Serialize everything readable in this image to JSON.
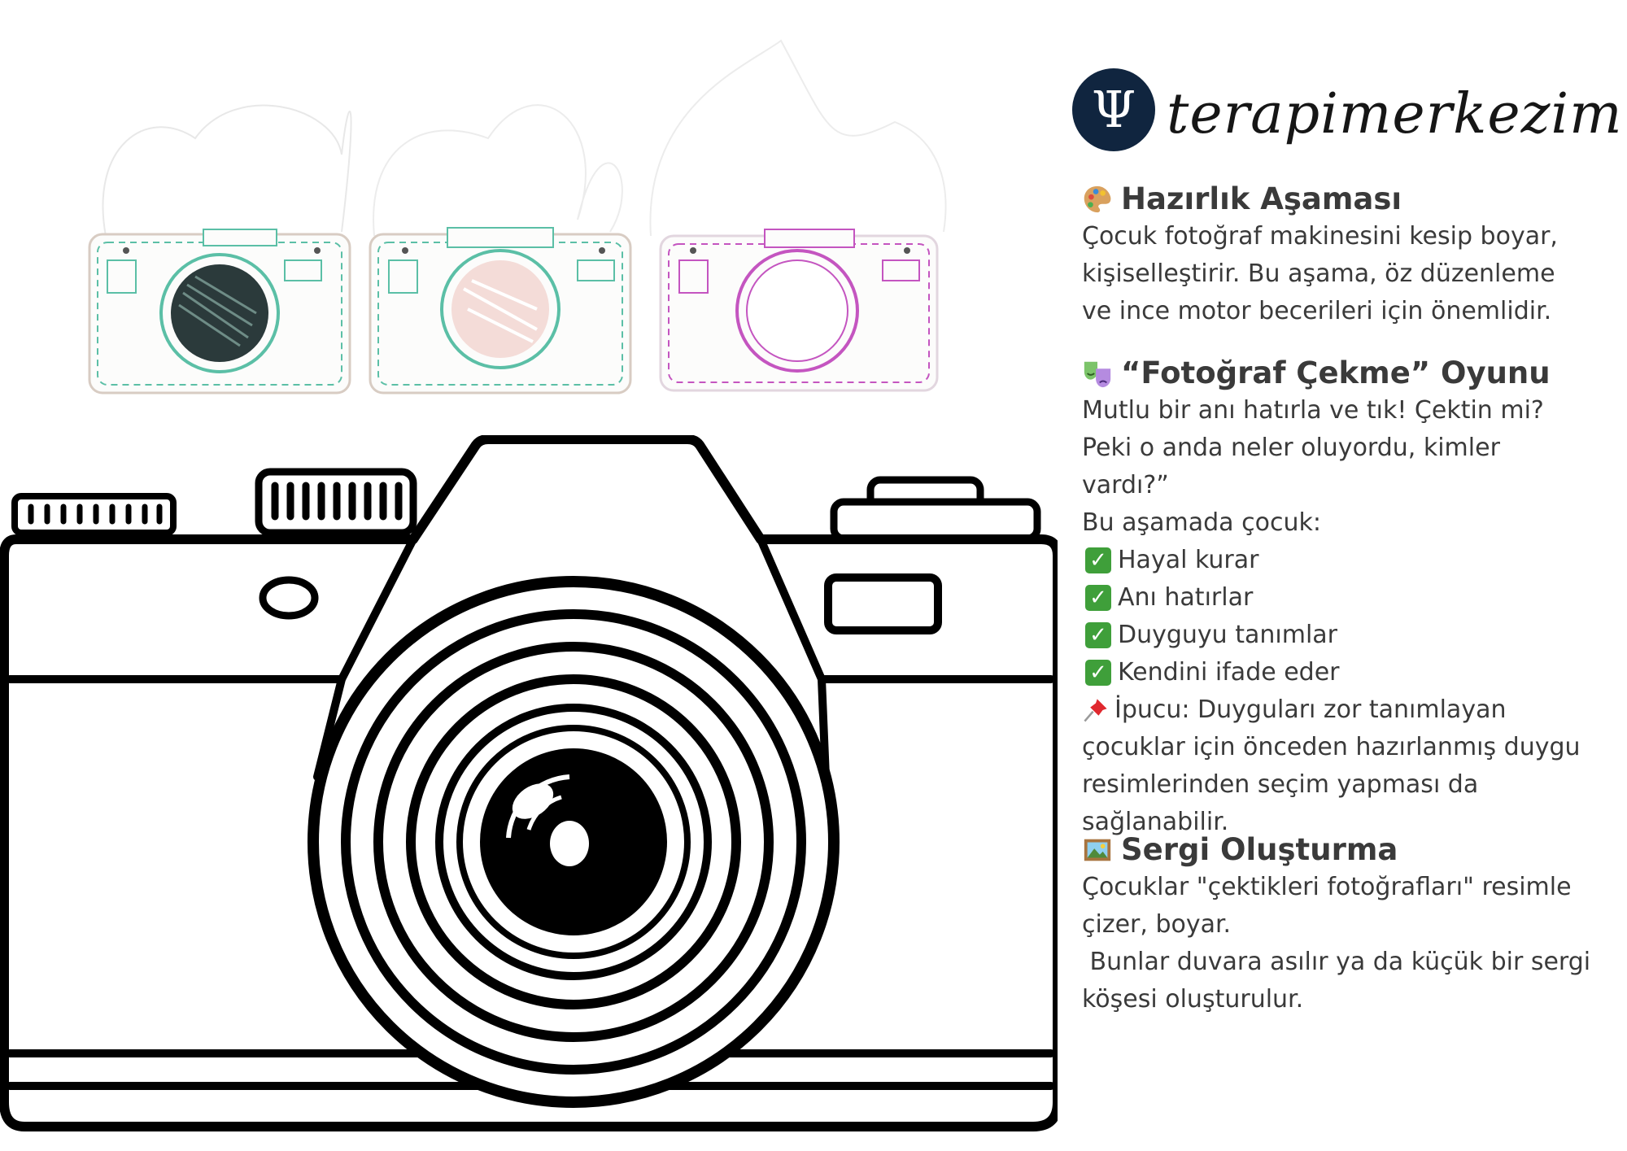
{
  "brand": {
    "logo_symbol": "Ψ",
    "name": "terapimerkezim",
    "badge_color": "#10253f"
  },
  "section1": {
    "icon": "palette-icon",
    "title": "Hazırlık Aşaması",
    "lines": [
      "Çocuk fotoğraf makinesini kesip boyar,",
      "kişiselleştirir. Bu aşama, öz düzenleme",
      "ve ince motor becerileri için önemlidir."
    ]
  },
  "section2": {
    "icon": "theater-masks-icon",
    "title": "“Fotoğraf Çekme” Oyunu",
    "lines": [
      "Mutlu bir anı hatırla ve tık! Çektin mi?",
      "Peki o anda neler oluyordu, kimler",
      "vardı?”",
      "Bu aşamada çocuk:"
    ],
    "checklist": [
      "Hayal kurar",
      "Anı hatırlar",
      "Duyguyu tanımlar",
      "Kendini ifade eder"
    ],
    "tip_icon": "pushpin-icon",
    "tip_lines": [
      "İpucu: Duyguları zor tanımlayan",
      "çocuklar için önceden hazırlanmış duygu",
      "resimlerinden seçim yapması da",
      "sağlanabilir."
    ]
  },
  "section3": {
    "icon": "framed-picture-icon",
    "title": "Sergi Oluşturma",
    "lines": [
      "Çocuklar \"çektikleri fotoğrafları\" resimle",
      "çizer, boyar.",
      " Bunlar duvara asılır ya da küçük bir sergi",
      "köşesi oluşturulur."
    ]
  },
  "colors": {
    "check_green": "#3f9f3a",
    "text": "#3a3a3a",
    "craft_green": "#5bbfa6",
    "craft_pink": "#c455c0"
  }
}
